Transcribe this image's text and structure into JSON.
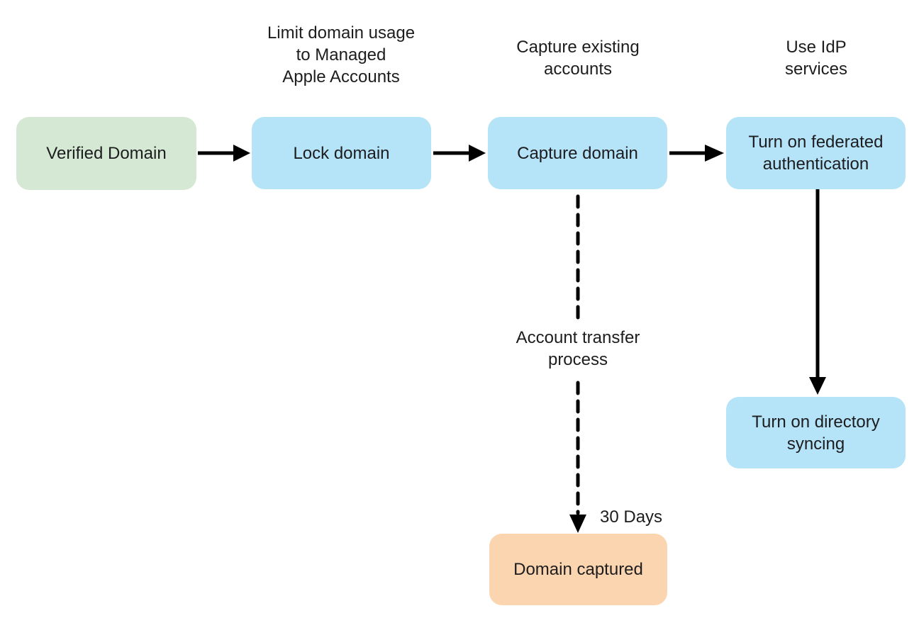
{
  "canvas": {
    "background": "#ffffff",
    "text_color": "#1d1d1f",
    "arrow_color": "#000000"
  },
  "colors": {
    "green": "#d5e8d3",
    "blue": "#b5e3f8",
    "orange": "#fbd5b0"
  },
  "nodes": {
    "verified_domain": {
      "label": "Verified Domain",
      "fill": "#d5e8d3"
    },
    "lock_domain": {
      "label": "Lock domain",
      "fill": "#b5e3f8"
    },
    "capture_domain": {
      "label": "Capture domain",
      "fill": "#b5e3f8"
    },
    "federated_auth": {
      "label": "Turn on federated authentication",
      "fill": "#b5e3f8"
    },
    "directory_syncing": {
      "label": "Turn on directory syncing",
      "fill": "#b5e3f8"
    },
    "domain_captured": {
      "label": "Domain captured",
      "fill": "#fbd5b0"
    }
  },
  "annotations": {
    "limit_usage": {
      "text": "Limit domain usage\nto Managed\nApple Accounts"
    },
    "capture_existing": {
      "text": "Capture existing\naccounts"
    },
    "use_idp": {
      "text": "Use IdP\nservices"
    },
    "account_transfer": {
      "text": "Account transfer\nprocess"
    },
    "thirty_days": {
      "text": "30 Days"
    }
  },
  "edges": {
    "verified_to_lock": {
      "style": "solid",
      "direction": "right"
    },
    "lock_to_capture": {
      "style": "solid",
      "direction": "right"
    },
    "capture_to_federated": {
      "style": "solid",
      "direction": "right"
    },
    "federated_to_syncing": {
      "style": "solid",
      "direction": "down"
    },
    "capture_to_captured": {
      "style": "dashed",
      "direction": "down"
    }
  }
}
